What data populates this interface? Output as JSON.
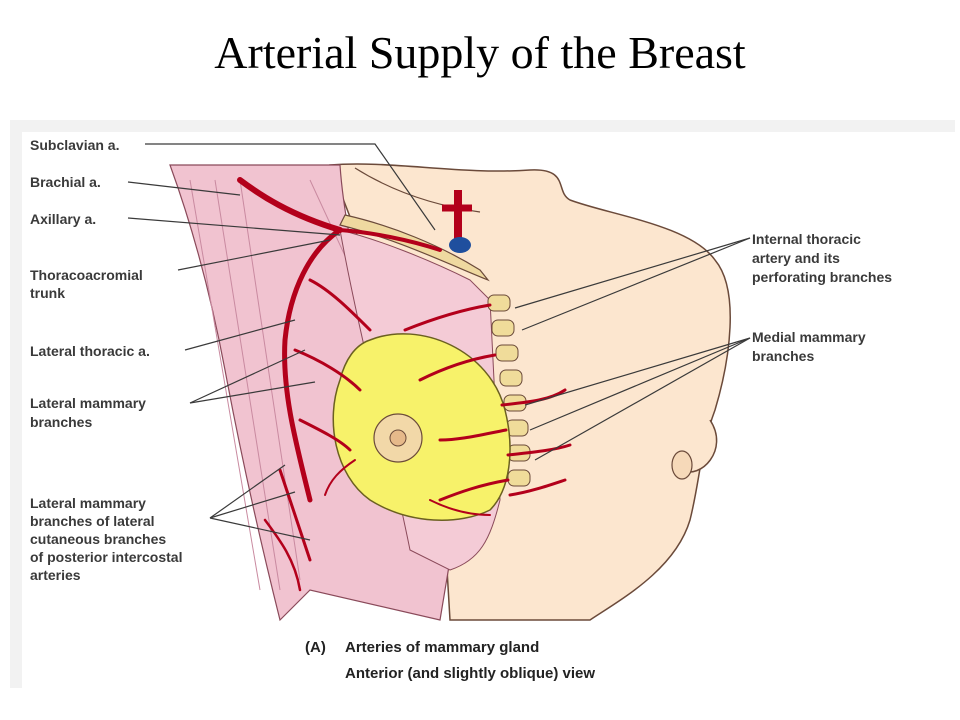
{
  "title": "Arterial Supply of the Breast",
  "labels": {
    "subclavian": "Subclavian a.",
    "brachial": "Brachial a.",
    "axillary": "Axillary a.",
    "thoracoacromial_1": "Thoracoacromial",
    "thoracoacromial_2": "trunk",
    "lateral_thoracic": "Lateral thoracic a.",
    "lateral_mammary_1": "Lateral mammary",
    "lateral_mammary_2": "branches",
    "lateral_mammary_lc_1": "Lateral mammary",
    "lateral_mammary_lc_2": "branches of lateral",
    "lateral_mammary_lc_3": "cutaneous branches",
    "lateral_mammary_lc_4": "of posterior intercostal",
    "lateral_mammary_lc_5": "arteries",
    "internal_thoracic_1": "Internal thoracic",
    "internal_thoracic_2": "artery and its",
    "internal_thoracic_3": "perforating branches",
    "medial_mammary_1": "Medial mammary",
    "medial_mammary_2": "branches"
  },
  "caption": {
    "tag": "(A)",
    "line1": "Arteries of mammary gland",
    "line2": "Anterior (and slightly oblique) view"
  },
  "colors": {
    "artery": "#b3001b",
    "skin": "#fce6cf",
    "muscle": "#f1c3d0",
    "gland": "#f7f26a",
    "rib": "#f0dc9a",
    "vein": "#1f4f9e"
  }
}
